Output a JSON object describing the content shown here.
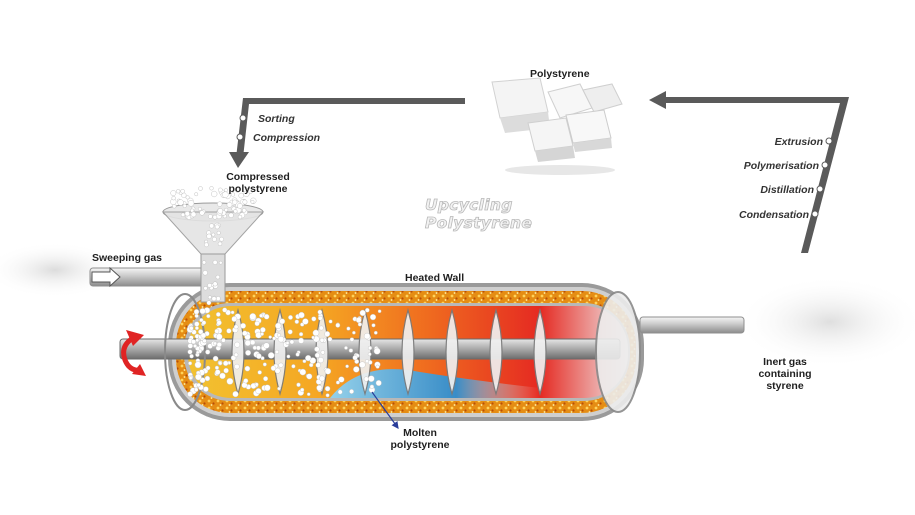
{
  "title": "Upcycling Polystyrene",
  "top_product": {
    "label": "Polystyrene"
  },
  "left_path": {
    "steps": [
      "Sorting",
      "Compression"
    ]
  },
  "right_path": {
    "steps": [
      "Extrusion",
      "Polymerisation",
      "Distillation",
      "Condensation"
    ]
  },
  "hopper": {
    "label_line1": "Compressed",
    "label_line2": "polystyrene"
  },
  "inlet": {
    "label": "Sweeping gas"
  },
  "reactor": {
    "wall_label": "Heated Wall",
    "melt_label_line1": "Molten",
    "melt_label_line2": "polystyrene"
  },
  "outlet": {
    "label_line1": "Inert gas",
    "label_line2": "containing",
    "label_line3": "styrene"
  },
  "colors": {
    "arrow": "#5a5a5a",
    "wall_orange": "#e8921c",
    "hot_red": "#e2201f",
    "melt_blue": "#3aa0d8",
    "rotation_arrow": "#e02424"
  }
}
